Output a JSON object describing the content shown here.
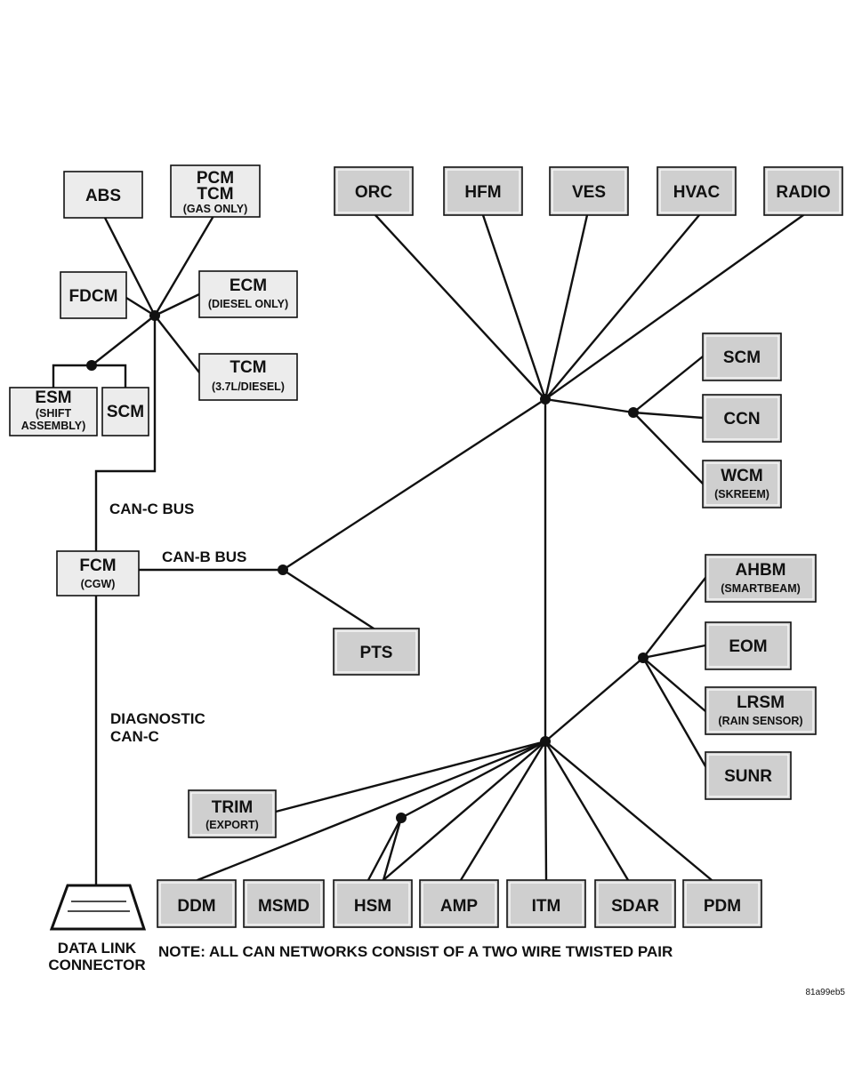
{
  "modules": {
    "abs": {
      "lines": [
        "ABS"
      ]
    },
    "pcm_tcm": {
      "lines": [
        "PCM",
        "TCM"
      ],
      "sub": "(GAS ONLY)"
    },
    "fdcm": {
      "lines": [
        "FDCM"
      ]
    },
    "ecm": {
      "lines": [
        "ECM"
      ],
      "sub": "(DIESEL ONLY)"
    },
    "tcm": {
      "lines": [
        "TCM"
      ],
      "sub": "(3.7L/DIESEL)"
    },
    "esm": {
      "lines": [
        "ESM"
      ],
      "sub": "(SHIFT",
      "sub2": "ASSEMBLY)"
    },
    "scm_left": {
      "lines": [
        "SCM"
      ]
    },
    "fcm": {
      "lines": [
        "FCM"
      ],
      "sub": "(CGW)"
    },
    "orc": {
      "lines": [
        "ORC"
      ]
    },
    "hfm": {
      "lines": [
        "HFM"
      ]
    },
    "ves": {
      "lines": [
        "VES"
      ]
    },
    "hvac": {
      "lines": [
        "HVAC"
      ]
    },
    "radio": {
      "lines": [
        "RADIO"
      ]
    },
    "scm_right": {
      "lines": [
        "SCM"
      ]
    },
    "ccn": {
      "lines": [
        "CCN"
      ]
    },
    "wcm": {
      "lines": [
        "WCM"
      ],
      "sub": "(SKREEM)"
    },
    "pts": {
      "lines": [
        "PTS"
      ]
    },
    "ahbm": {
      "lines": [
        "AHBM"
      ],
      "sub": "(SMARTBEAM)"
    },
    "eom": {
      "lines": [
        "EOM"
      ]
    },
    "lrsm": {
      "lines": [
        "LRSM"
      ],
      "sub": "(RAIN SENSOR)"
    },
    "sunr": {
      "lines": [
        "SUNR"
      ]
    },
    "trim": {
      "lines": [
        "TRIM"
      ],
      "sub": "(EXPORT)"
    },
    "ddm": {
      "lines": [
        "DDM"
      ]
    },
    "msmd": {
      "lines": [
        "MSMD"
      ]
    },
    "hsm": {
      "lines": [
        "HSM"
      ]
    },
    "amp": {
      "lines": [
        "AMP"
      ]
    },
    "itm": {
      "lines": [
        "ITM"
      ]
    },
    "sdar": {
      "lines": [
        "SDAR"
      ]
    },
    "pdm": {
      "lines": [
        "PDM"
      ]
    }
  },
  "labels": {
    "can_c_bus": "CAN-C BUS",
    "can_b_bus": "CAN-B BUS",
    "diagnostic_line1": "DIAGNOSTIC",
    "diagnostic_line2": "CAN-C",
    "dlc_line1": "DATA LINK",
    "dlc_line2": "CONNECTOR",
    "note": "NOTE: ALL CAN NETWORKS CONSIST OF A TWO WIRE TWISTED PAIR",
    "figure_id": "81a99eb5"
  }
}
